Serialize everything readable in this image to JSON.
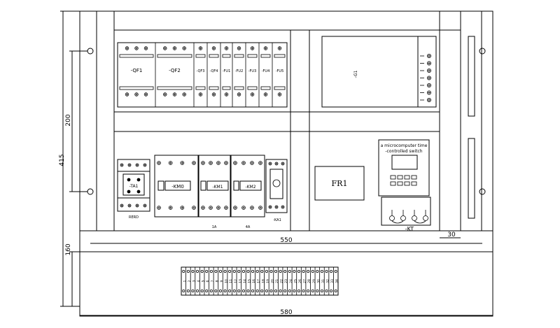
{
  "dimensions": {
    "panel_height": "415",
    "upper_height": "200",
    "lower_height": "160",
    "duct_width": "550",
    "margin_width": "30",
    "panel_width": "580"
  },
  "breakers": [
    {
      "label": "-QF1"
    },
    {
      "label": "-QF2"
    },
    {
      "label": "-QF3"
    },
    {
      "label": "-QF4"
    },
    {
      "label": "-FU1"
    },
    {
      "label": "-FU2"
    },
    {
      "label": "-FU3"
    },
    {
      "label": "-FU4"
    },
    {
      "label": "-FU5"
    }
  ],
  "power_supply": {
    "label": "-G1"
  },
  "relay_module": {
    "label": "-TA1",
    "caption": "RERD"
  },
  "contactors": [
    {
      "label": "-KM0"
    },
    {
      "label": "-KM1",
      "caption": "1A"
    },
    {
      "label": "-KM2",
      "caption": "4A"
    }
  ],
  "intermediate_relay": {
    "label": "-KA1"
  },
  "fr_box": {
    "label": "FR1"
  },
  "timer_switch": {
    "line1": "a microcomputer time",
    "line2": "-controlled switch"
  },
  "kt_label": "-KT",
  "terminal_strip": {
    "numbers": [
      "1",
      "2",
      "3",
      "4",
      "5",
      "6",
      "7",
      "8",
      "9",
      "10",
      "11",
      "12",
      "13",
      "14",
      "15",
      "16",
      "17",
      "18",
      "19",
      "20",
      "21",
      "22",
      "23",
      "24",
      "25",
      "26",
      "27",
      "28",
      "29",
      "30",
      "31",
      "32",
      "33",
      "34"
    ]
  }
}
